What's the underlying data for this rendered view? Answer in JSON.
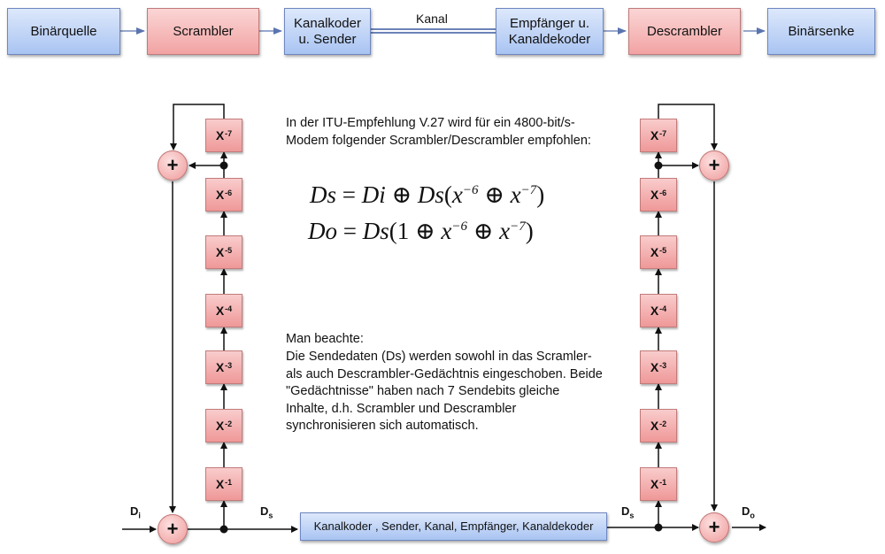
{
  "chain": {
    "blocks": [
      "Binärquelle",
      "Scrambler",
      "Kanalkoder\nu. Sender",
      "Empfänger u.\nKanaldekoder",
      "Descrambler",
      "Binärsenke"
    ],
    "channel_label": "Kanal"
  },
  "description": {
    "intro": "In der ITU-Empfehlung V.27 wird für ein 4800-bit/s-Modem folgender Scrambler/Descrambler empfohlen:",
    "note_title": "Man beachte:",
    "note_body": "Die Sendedaten (Ds) werden sowohl in das Scramler- als auch Descrambler-Gedächtnis eingeschoben. Beide \"Gedächtnisse\" haben nach 7 Sendebits gleiche Inhalte, d.h. Scrambler und Descrambler synchronisieren sich automatisch."
  },
  "formulas": {
    "ds": {
      "lhs": "Ds",
      "eq": " = ",
      "a": "Di",
      "op": " ⊕ ",
      "b": "Ds",
      "open": "(",
      "x1": "x",
      "e1": "−6",
      "op2": " ⊕ ",
      "x2": "x",
      "e2": "−7",
      "close": ")"
    },
    "do": {
      "lhs": "Do",
      "eq": " = ",
      "a": "Ds",
      "open": "(1",
      "op": " ⊕ ",
      "x1": "x",
      "e1": "−6",
      "op2": " ⊕ ",
      "x2": "x",
      "e2": "−7",
      "close": ")"
    }
  },
  "registers": {
    "base": "X",
    "exponents": [
      "-7",
      "-6",
      "-5",
      "-4",
      "-3",
      "-2",
      "-1"
    ]
  },
  "signals": {
    "di": "D",
    "di_sub": "i",
    "ds": "D",
    "ds_sub": "s",
    "do": "D",
    "do_sub": "o"
  },
  "adder_symbol": "+",
  "channel_box": "Kanalkoder , Sender, Kanal, Empfänger, Kanaldekoder"
}
